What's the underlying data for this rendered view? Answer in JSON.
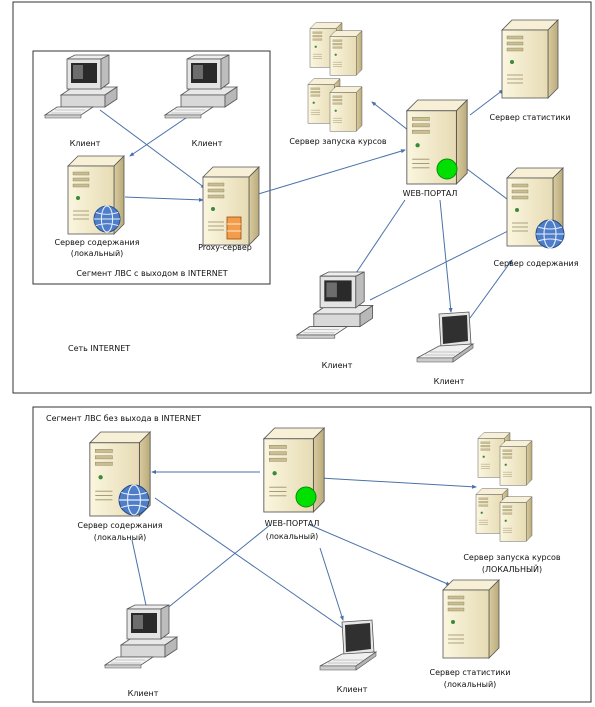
{
  "top_panel": {
    "network_label": "Сеть INTERNET",
    "lan_segment_label": "Сегмент ЛВС с выходом в INTERNET",
    "nodes": {
      "client_a": "Клиент",
      "client_b": "Клиент",
      "content_server_local": [
        "Сервер содержания",
        "(локальный)"
      ],
      "proxy_server": "Proxy-сервер",
      "course_launch_server": "Сервер запуска курсов",
      "web_portal": "WEB-ПОРТАЛ",
      "stats_server": "Сервер статистики",
      "content_server": "Сервер содержания",
      "client_c": "Клиент",
      "client_d": "Клиент"
    }
  },
  "bottom_panel": {
    "segment_label": "Сегмент ЛВС без выхода в INTERNET",
    "nodes": {
      "content_server_local": [
        "Сервер содержания",
        "(локальный)"
      ],
      "web_portal_local": [
        "WEB-ПОРТАЛ",
        "(локальный)"
      ],
      "course_launch_server_local": [
        "Сервер запуска курсов",
        "(ЛОКАЛЬНЫЙ)"
      ],
      "client_a": "Клиент",
      "client_b": "Клиент",
      "stats_server_local": [
        "Сервер статистики",
        "(локальный)"
      ]
    }
  },
  "colors": {
    "connector": "#4a72a8",
    "portal_status": "#00e000",
    "server_body": "#efe6c4"
  },
  "icons": {
    "server": "server-tower-icon",
    "globe": "globe-icon",
    "workstation": "desktop-pc-icon",
    "laptop": "laptop-icon",
    "proxy_firewall": "firewall-icon",
    "status": "green-status-icon"
  }
}
